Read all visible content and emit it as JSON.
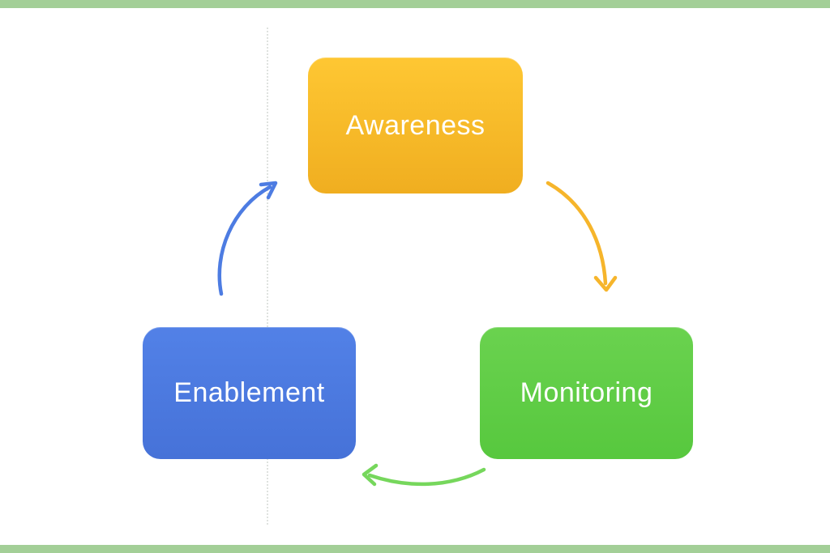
{
  "page": {
    "edge_color": "#a3cf97",
    "background_color": "#ffffff"
  },
  "diagram": {
    "type": "cycle",
    "nodes": {
      "awareness": {
        "label": "Awareness",
        "color_top": "#fec733",
        "color_bottom": "#f0ae20",
        "text_color": "#ffffff"
      },
      "monitoring": {
        "label": "Monitoring",
        "color_top": "#6ad24f",
        "color_bottom": "#57c83e",
        "text_color": "#ffffff"
      },
      "enablement": {
        "label": "Enablement",
        "color_top": "#5281e7",
        "color_bottom": "#4672d8",
        "text_color": "#ffffff"
      }
    },
    "arrows": {
      "awareness_to_monitoring": {
        "from": "Awareness",
        "to": "Monitoring",
        "color": "#f6b52b"
      },
      "monitoring_to_enablement": {
        "from": "Monitoring",
        "to": "Enablement",
        "color": "#76d75c"
      },
      "enablement_to_awareness": {
        "from": "Enablement",
        "to": "Awareness",
        "color": "#4d7ce2"
      }
    }
  }
}
